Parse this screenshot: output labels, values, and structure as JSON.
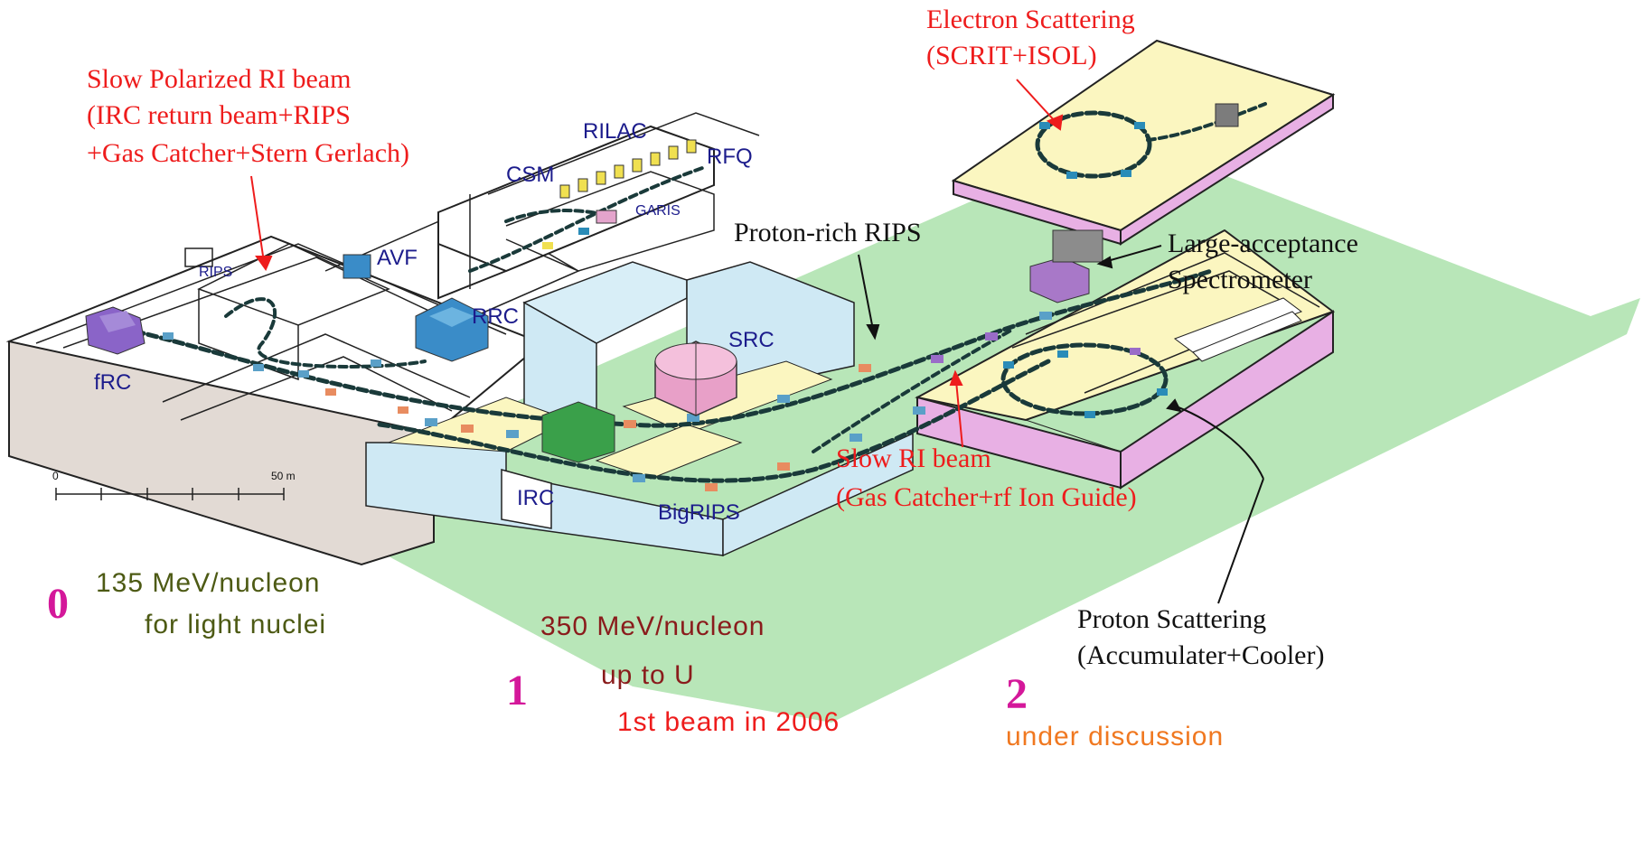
{
  "callouts": {
    "slow_polarized": [
      "Slow Polarized RI beam",
      "(IRC return beam+RIPS",
      "+Gas Catcher+Stern Gerlach)"
    ],
    "electron": [
      "Electron Scattering",
      "(SCRIT+ISOL)"
    ],
    "proton_rich": "Proton-rich RIPS",
    "large_acceptance": [
      "Large-acceptance",
      "Spectrometer"
    ],
    "slow_ri": [
      "Slow RI beam",
      "(Gas Catcher+rf Ion Guide)"
    ],
    "proton_scattering": [
      "Proton Scattering",
      "(Accumulater+Cooler)"
    ]
  },
  "facility_labels": {
    "rilac": "RILAC",
    "rfq": "RFQ",
    "csm": "CSM",
    "garis": "GARIS",
    "avf": "AVF",
    "rips": "RIPS",
    "rrc": "RRC",
    "frc": "fRC",
    "src": "SRC",
    "irc": "IRC",
    "bigrips": "BigRIPS"
  },
  "scale_bar": {
    "start": "0",
    "end": "50 m"
  },
  "stages": {
    "stage0": {
      "number": "0",
      "line1": "135 MeV/nucleon",
      "line2": "for light nuclei",
      "color": "#4d5a14"
    },
    "stage1": {
      "number": "1",
      "line1": "350 MeV/nucleon",
      "line2": "up to U",
      "line3": "1st beam in 2006",
      "color1": "#8a1c1c",
      "color3": "#ee1c1c"
    },
    "stage2": {
      "number": "2",
      "line1": "under discussion",
      "color": "#f07820"
    }
  },
  "colors": {
    "callout_red": "#ee1c1c",
    "label_navy": "#1c1c8c",
    "stage_magenta": "#d4189a",
    "green_zone": "#b8e6b8",
    "floor_yellow": "#fbf6c0",
    "building_blue": "#cfe9f4",
    "wall_pink": "#e8b0e4",
    "old_floor": "#e2dad4"
  }
}
